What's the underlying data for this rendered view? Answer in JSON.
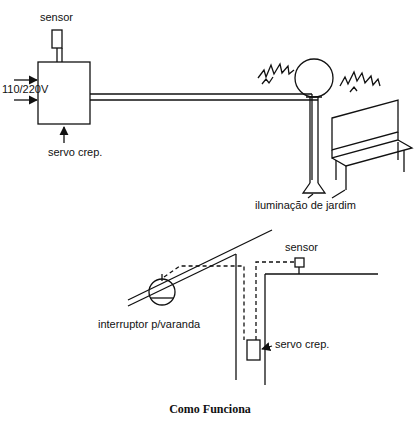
{
  "diagram": {
    "caption": "Como Funciona",
    "labels": [
      "sensor",
      "110/220V",
      "servo crep.",
      "iluminação de jardim",
      "sensor",
      "interruptor p/varanda",
      "servo crep."
    ]
  }
}
